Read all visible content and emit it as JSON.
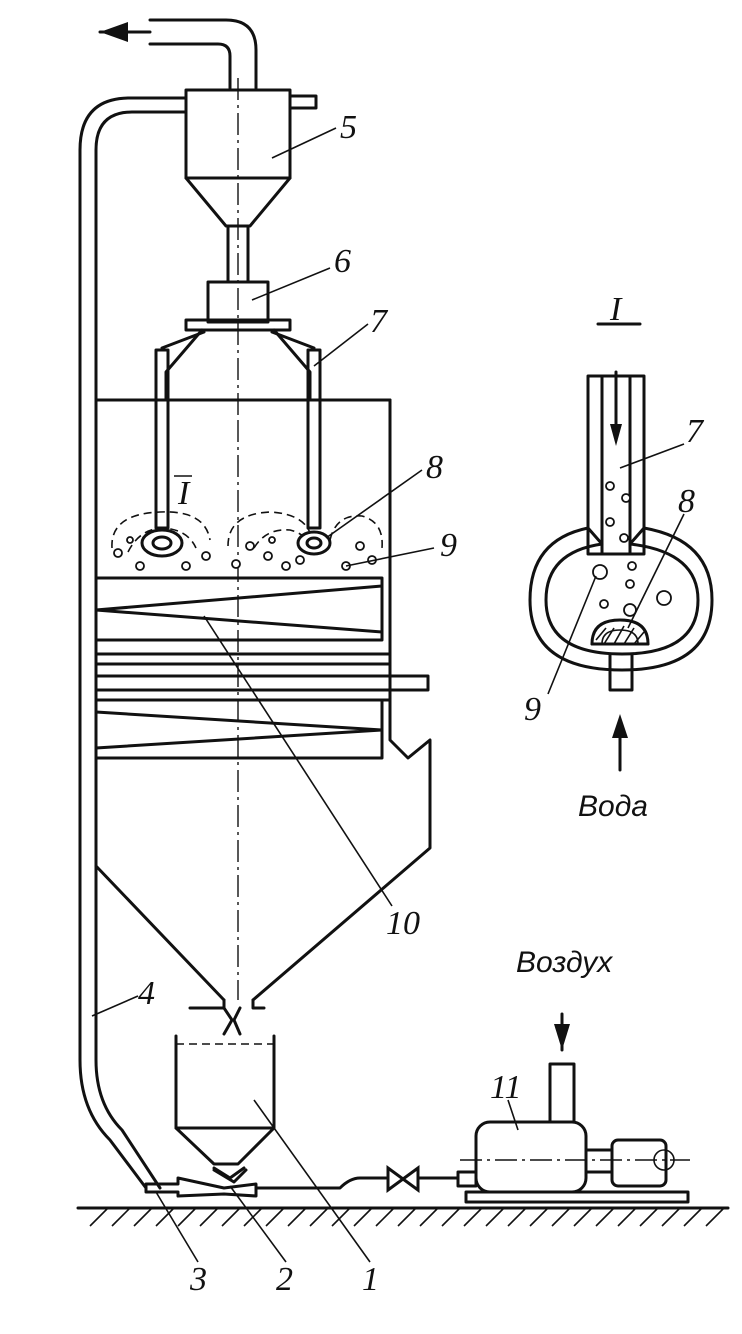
{
  "labels": {
    "n1": "1",
    "n2": "2",
    "n3": "3",
    "n4": "4",
    "n5": "5",
    "n6": "6",
    "n7": "7",
    "n8": "8",
    "n9": "9",
    "n10": "10",
    "n11": "11",
    "detail_mark": "I",
    "detail_title": "I",
    "detail_7": "7",
    "detail_8": "8",
    "detail_9": "9",
    "water": "Вода",
    "air": "Воздух"
  }
}
